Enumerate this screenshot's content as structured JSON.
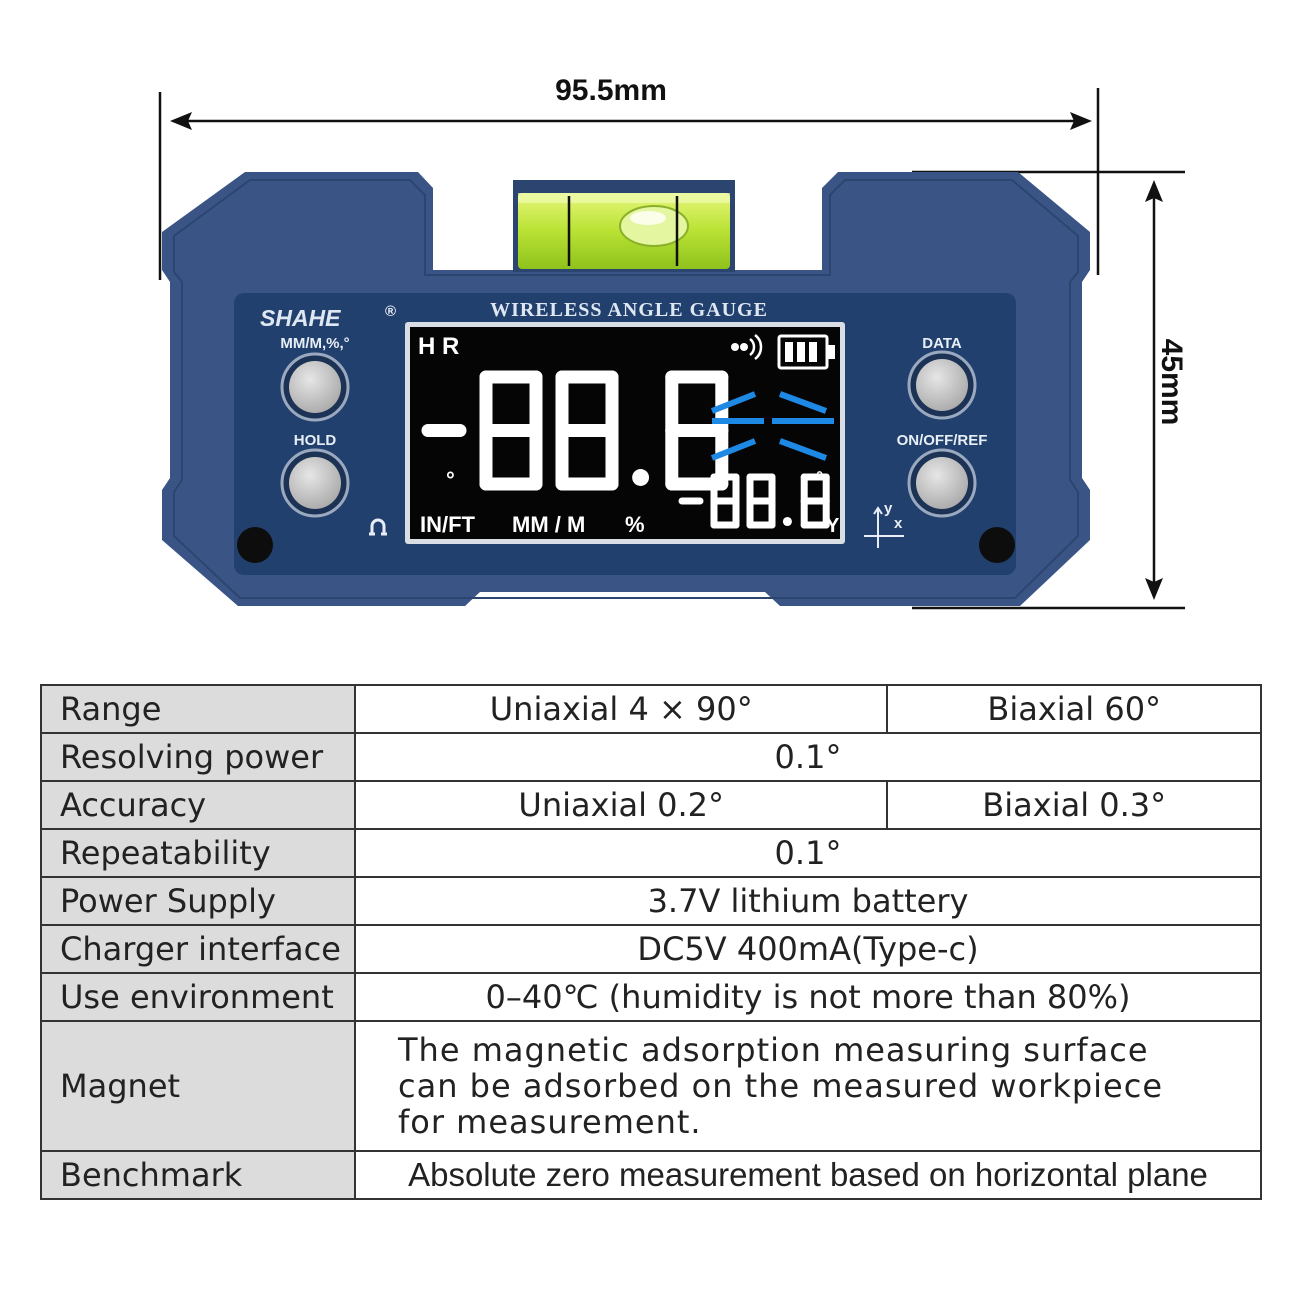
{
  "dimensions": {
    "width_label": "95.5mm",
    "height_label": "45mm"
  },
  "device": {
    "brand": "SHAHE",
    "brand_mark": "®",
    "title": "WIRELESS ANGLE GAUGE",
    "body_color": "#3a5585",
    "panel_color": "#22406d",
    "vial_color": "#bde63a",
    "buttons": {
      "unit": "MM/M,%,°",
      "hold": "HOLD",
      "data": "DATA",
      "power": "ON/OFF/REF"
    },
    "lcd": {
      "mode": "H R",
      "main_reading": "-88.8",
      "main_degree": "°",
      "secondary_reading": "-88.8",
      "secondary_degree": "°",
      "axis_y": "Y",
      "units": [
        "IN/FT",
        "MM / M",
        "%"
      ],
      "axis_icon_y": "y",
      "axis_icon_x": "x",
      "angle_indicator_color": "#1e88e5"
    }
  },
  "specs": [
    {
      "label": "Range",
      "values": [
        "Uniaxial 4 × 90°",
        "Biaxial 60°"
      ]
    },
    {
      "label": "Resolving power",
      "values": [
        "0.1°"
      ]
    },
    {
      "label": "Accuracy",
      "values": [
        "Uniaxial 0.2°",
        "Biaxial 0.3°"
      ]
    },
    {
      "label": "Repeatability",
      "values": [
        "0.1°"
      ]
    },
    {
      "label": "Power Supply",
      "values": [
        "3.7V lithium battery"
      ]
    },
    {
      "label": "Charger interface",
      "values": [
        "DC5V 400mA(Type-c)"
      ]
    },
    {
      "label": "Use environment",
      "values": [
        "0–40℃ (humidity is not more than 80%)"
      ]
    },
    {
      "label": "Magnet",
      "lines": [
        "The magnetic adsorption measuring surface",
        "can be adsorbed on the measured workpiece",
        "for measurement."
      ]
    },
    {
      "label": "Benchmark",
      "values": [
        "Absolute zero measurement based on horizontal plane"
      ]
    }
  ]
}
